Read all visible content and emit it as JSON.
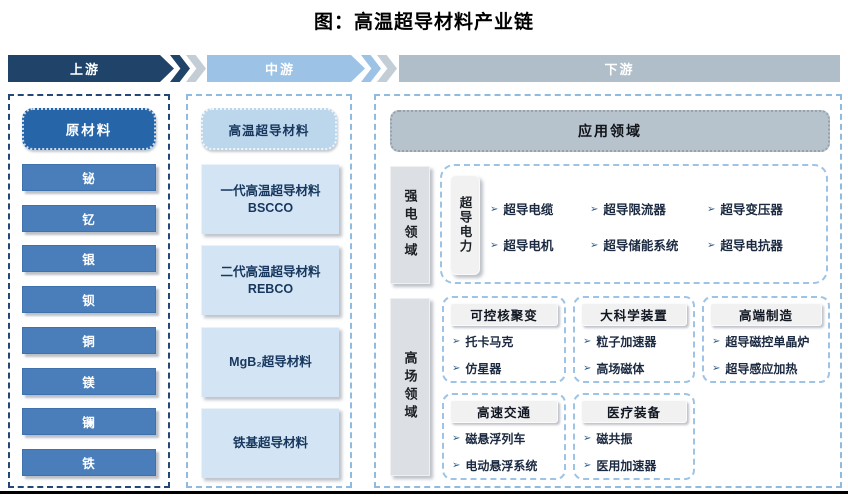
{
  "title": "图：高温超导材料产业链",
  "banner": {
    "upstream": "上游",
    "midstream": "中游",
    "downstream": "下游"
  },
  "upstream": {
    "header": "原材料",
    "items": [
      "铋",
      "钇",
      "银",
      "钡",
      "铜",
      "镁",
      "镧",
      "铁"
    ]
  },
  "midstream": {
    "header": "高温超导材料",
    "items": [
      {
        "line1": "一代高温超导材料",
        "line2": "BSCCO"
      },
      {
        "line1": "二代高温超导材料",
        "line2": "REBCO"
      },
      {
        "line1": "MgB₂超导材料",
        "line2": ""
      },
      {
        "line1": "铁基超导材料",
        "line2": ""
      }
    ]
  },
  "downstream": {
    "header": "应用领域",
    "bullet": "➢",
    "strong_field": {
      "label": "强电领域",
      "power": {
        "label": "超导电力",
        "rows": [
          [
            "超导电缆",
            "超导限流器",
            "超导变压器"
          ],
          [
            "超导电机",
            "超导储能系统",
            "超导电抗器"
          ]
        ]
      }
    },
    "high_field": {
      "label": "高场领域",
      "groups": [
        {
          "header": "可控核聚变",
          "items": [
            "托卡马克",
            "仿星器"
          ]
        },
        {
          "header": "大科学装置",
          "items": [
            "粒子加速器",
            "高场磁体"
          ]
        },
        {
          "header": "高端制造",
          "items": [
            "超导磁控单晶炉",
            "超导感应加热"
          ]
        },
        {
          "header": "高速交通",
          "items": [
            "磁悬浮列车",
            "电动悬浮系统"
          ]
        },
        {
          "header": "医疗装备",
          "items": [
            "磁共振",
            "医用加速器"
          ]
        }
      ]
    }
  },
  "colors": {
    "banner_dark": "#1F4369",
    "banner_light_blue": "#9CC3E5",
    "banner_gray": "#AFBEC9",
    "material_box": "#4A7EBB",
    "raw_header": "#2565A8",
    "mid_header": "#BCD6EC",
    "mid_box": "#D3E5F4",
    "app_header": "#B6C3CD",
    "label_gray": "#DCE0E4",
    "sub_box": "#F1F1F1"
  }
}
